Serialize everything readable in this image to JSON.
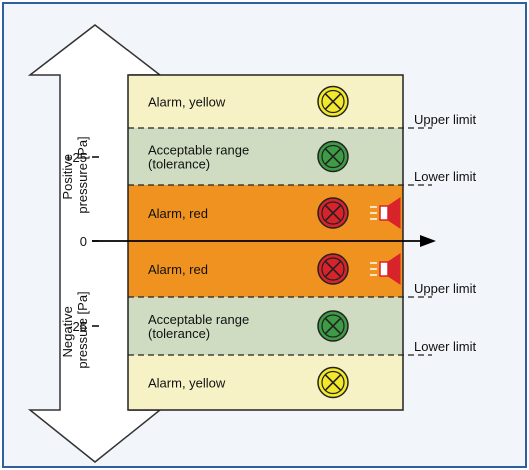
{
  "axis": {
    "positive_label": [
      "Positive",
      "pressure [Pa]"
    ],
    "negative_label": [
      "Negative",
      "pressure [Pa]"
    ],
    "ticks": [
      "+25",
      "0",
      "-25"
    ]
  },
  "zones": [
    {
      "label": [
        "Alarm, yellow"
      ],
      "color": "#f7f2c6",
      "lamp": "yellow",
      "horn": false
    },
    {
      "label": [
        "Acceptable range",
        "(tolerance)"
      ],
      "color": "#cfdcc2",
      "lamp": "green",
      "horn": false
    },
    {
      "label": [
        "Alarm, red"
      ],
      "color": "#f0921f",
      "lamp": "red",
      "horn": true
    },
    {
      "label": [
        "Alarm, red"
      ],
      "color": "#f0921f",
      "lamp": "red",
      "horn": true
    },
    {
      "label": [
        "Acceptable range",
        "(tolerance)"
      ],
      "color": "#cfdcc2",
      "lamp": "green",
      "horn": false
    },
    {
      "label": [
        "Alarm, yellow"
      ],
      "color": "#f7f2c6",
      "lamp": "yellow",
      "horn": false
    }
  ],
  "limits": [
    "Upper limit",
    "Lower limit",
    "Upper limit",
    "Lower limit"
  ],
  "colors": {
    "frame": "#2f5f9e",
    "lamp_yellow": "#f3e82a",
    "lamp_green": "#3d9a45",
    "lamp_red": "#d9232b",
    "horn": "#d9232b"
  }
}
